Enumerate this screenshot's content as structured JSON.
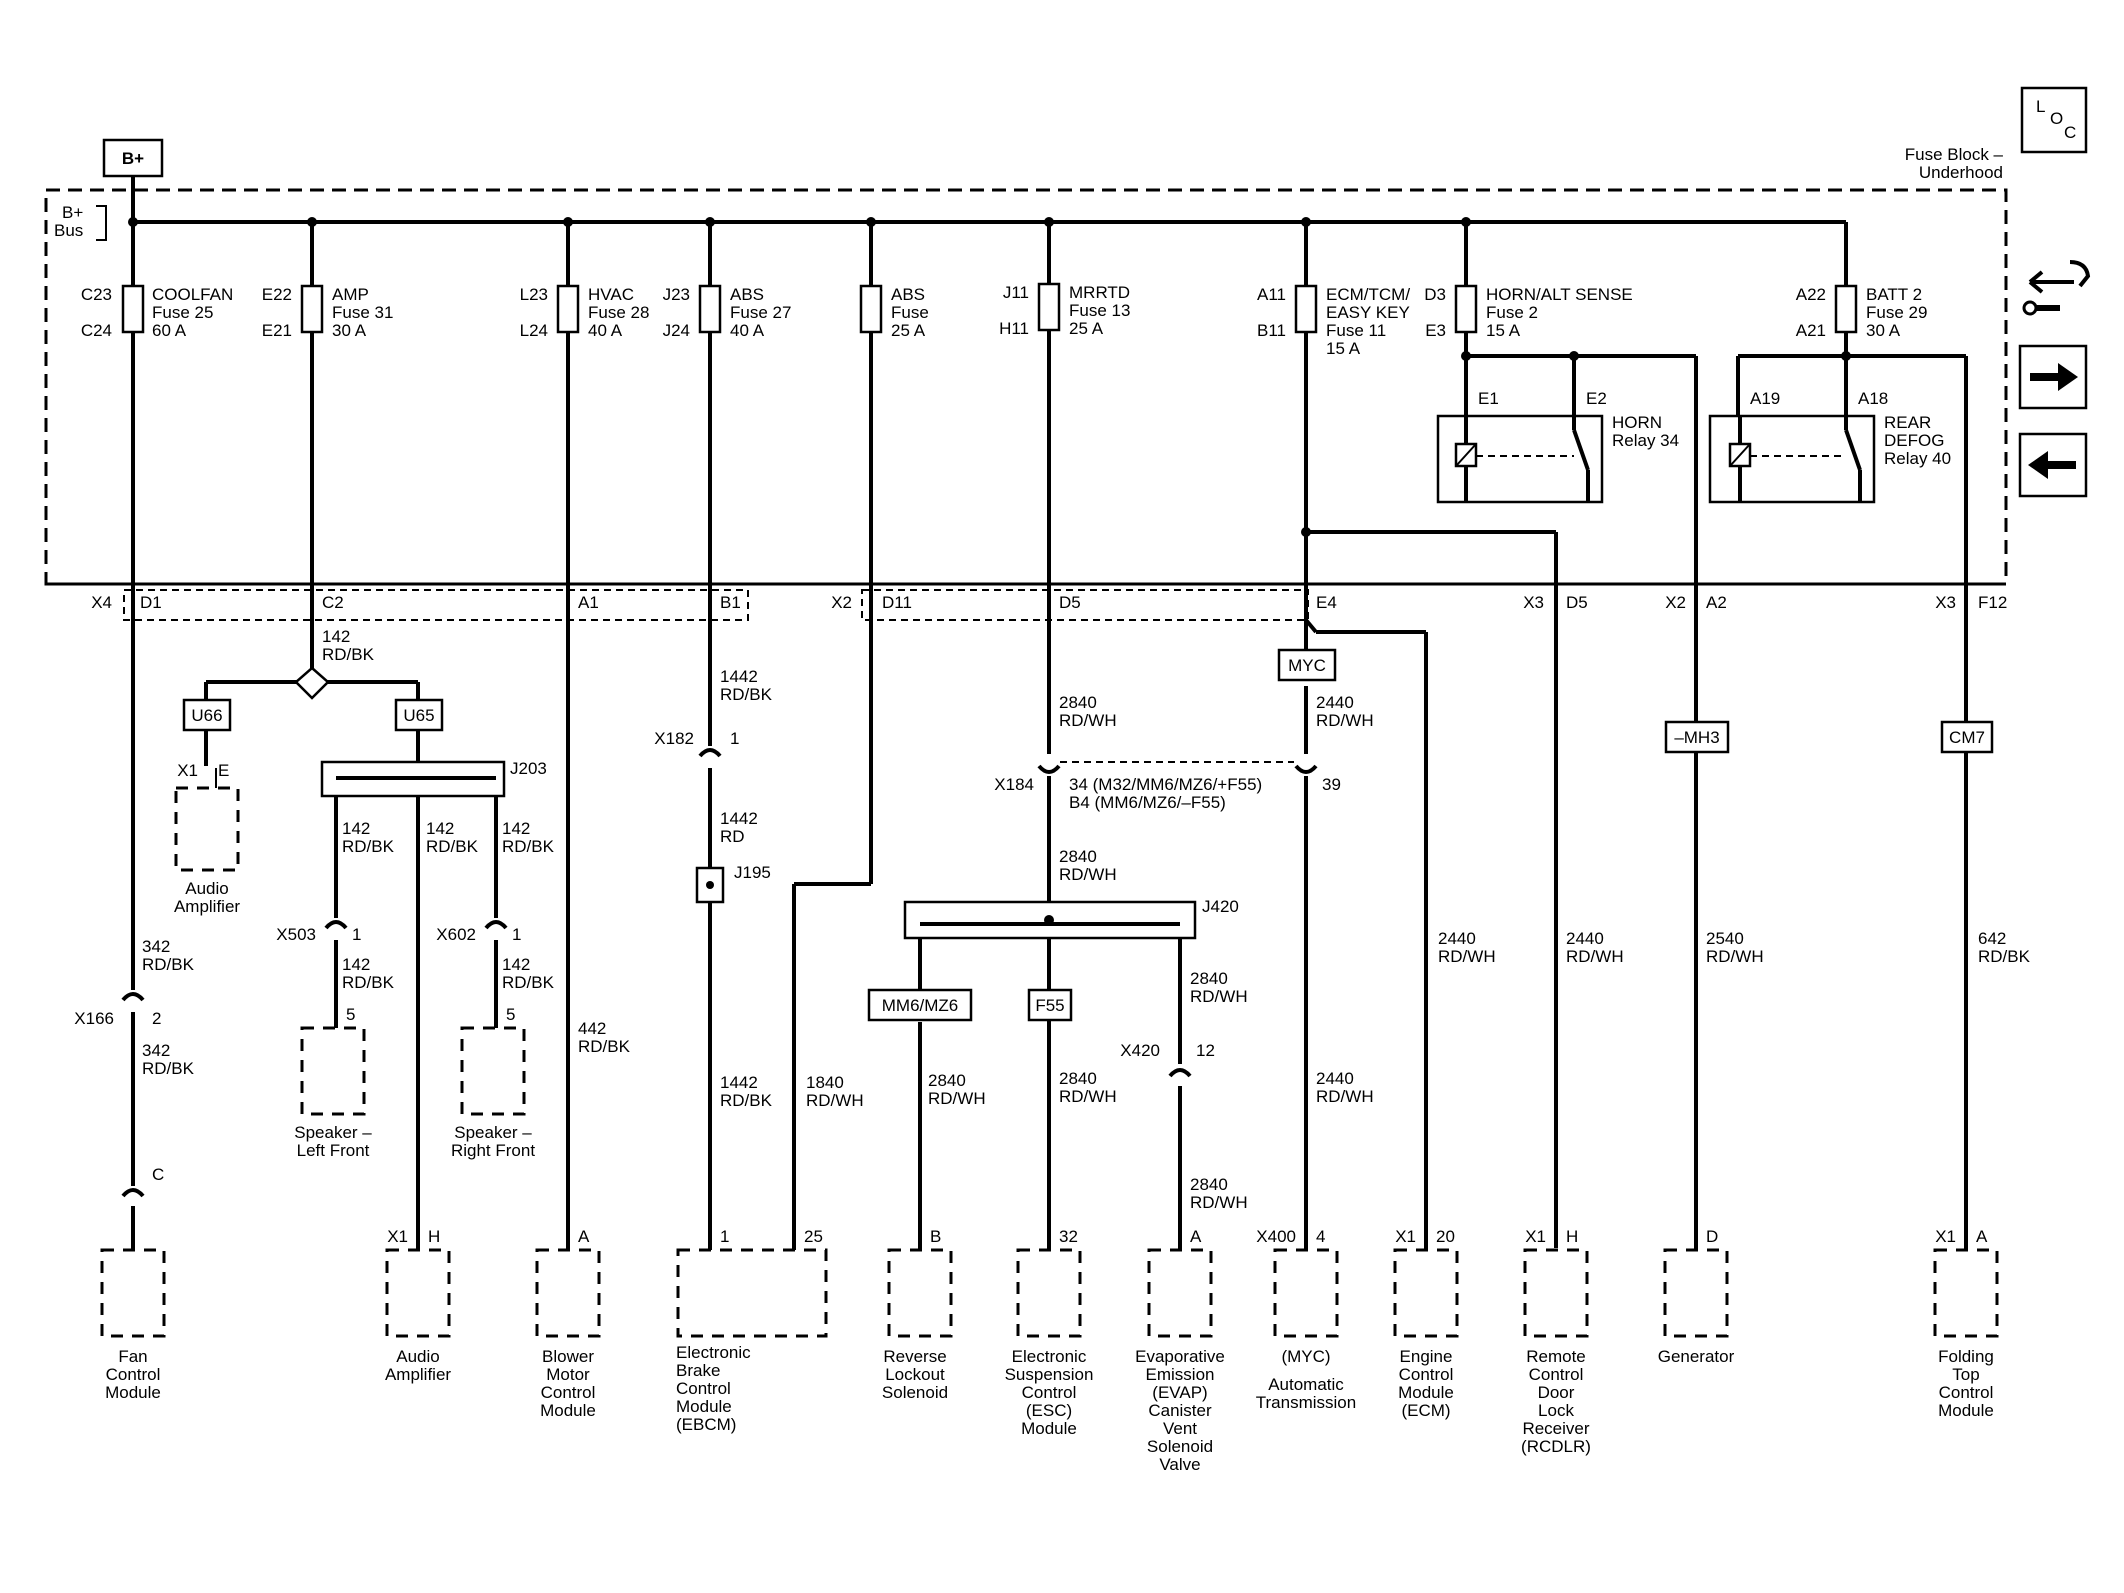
{
  "header": {
    "bplus": "B+",
    "loc": [
      "L",
      "O",
      "C"
    ],
    "fuse_block": [
      "Fuse Block –",
      "Underhood"
    ]
  },
  "bus": [
    "B+",
    "Bus"
  ],
  "fuses": [
    {
      "top": "C23",
      "bottom": "C24",
      "lines": [
        "COOLFAN",
        "Fuse 25",
        "60 A"
      ]
    },
    {
      "top": "E22",
      "bottom": "E21",
      "lines": [
        "AMP",
        "Fuse 31",
        "30 A"
      ]
    },
    {
      "top": "L23",
      "bottom": "L24",
      "lines": [
        "HVAC",
        "Fuse 28",
        "40 A"
      ]
    },
    {
      "top": "J23",
      "bottom": "J24",
      "lines": [
        "ABS",
        "Fuse 27",
        "40 A"
      ]
    },
    {
      "top": "",
      "bottom": "",
      "lines": [
        "ABS",
        "Fuse",
        "25 A"
      ]
    },
    {
      "top": "J11",
      "bottom": "H11",
      "lines": [
        "MRRTD",
        "Fuse 13",
        "25 A"
      ]
    },
    {
      "top": "A11",
      "bottom": "B11",
      "lines": [
        "ECM/TCM/",
        "EASY KEY",
        "Fuse 11",
        "15 A"
      ]
    },
    {
      "top": "D3",
      "bottom": "E3",
      "lines": [
        "HORN/ALT SENSE",
        "Fuse 2",
        "15 A"
      ]
    },
    {
      "top": "A22",
      "bottom": "A21",
      "lines": [
        "BATT 2",
        "Fuse 29",
        "30 A"
      ]
    }
  ],
  "relays": [
    {
      "pin1": "E1",
      "pin2": "E2",
      "lines": [
        "HORN",
        "Relay 34"
      ]
    },
    {
      "pin1": "A19",
      "pin2": "A18",
      "lines": [
        "REAR",
        "DEFOG",
        "Relay 40"
      ]
    }
  ],
  "connector_pins": [
    "X4",
    "D1",
    "C2",
    "A1",
    "B1",
    "X2",
    "D11",
    "D5",
    "E4",
    "X3",
    "D5",
    "X2",
    "A2",
    "X3",
    "F12"
  ],
  "options": [
    "U66",
    "U65",
    "MYC",
    "MM6/MZ6",
    "F55",
    "–MH3",
    "CM7"
  ],
  "wire_labels": [
    [
      "142",
      "RD/BK"
    ],
    [
      "142",
      "RD/BK"
    ],
    [
      "142",
      "RD/BK"
    ],
    [
      "142",
      "RD/BK"
    ],
    [
      "142",
      "RD/BK"
    ],
    [
      "142",
      "RD/BK"
    ],
    [
      "342",
      "RD/BK"
    ],
    [
      "342",
      "RD/BK"
    ],
    [
      "442",
      "RD/BK"
    ],
    [
      "1442",
      "RD/BK"
    ],
    [
      "1442",
      "RD"
    ],
    [
      "1442",
      "RD/BK"
    ],
    [
      "1840",
      "RD/WH"
    ],
    [
      "2840",
      "RD/WH"
    ],
    [
      "2840",
      "RD/WH"
    ],
    [
      "2840",
      "RD/WH"
    ],
    [
      "2840",
      "RD/WH"
    ],
    [
      "2840",
      "RD/WH"
    ],
    [
      "2840",
      "RD/WH"
    ],
    [
      "2440",
      "RD/WH"
    ],
    [
      "2440",
      "RD/WH"
    ],
    [
      "2440",
      "RD/WH"
    ],
    [
      "2440",
      "RD/WH"
    ],
    [
      "2540",
      "RD/WH"
    ],
    [
      "642",
      "RD/BK"
    ]
  ],
  "inline_connectors": [
    [
      "X1",
      "E"
    ],
    [
      "X503",
      "1"
    ],
    [
      "5",
      ""
    ],
    [
      "X602",
      "1"
    ],
    [
      "5",
      ""
    ],
    [
      "X166",
      "2"
    ],
    [
      "C",
      ""
    ],
    [
      "X182",
      "1"
    ],
    [
      "X184",
      "34 (M32/MM6/MZ6/+F55)"
    ],
    [
      "B4 (MM6/MZ6/–F55)",
      ""
    ],
    [
      "39",
      ""
    ],
    [
      "X420",
      "12"
    ]
  ],
  "splices": [
    "J203",
    "J195",
    "J420"
  ],
  "component_pins": [
    [
      "",
      ""
    ],
    [
      "X1",
      "H"
    ],
    [
      "",
      "A"
    ],
    [
      "1",
      "25"
    ],
    [
      "",
      "B"
    ],
    [
      "",
      "32"
    ],
    [
      "",
      "A"
    ],
    [
      "X400",
      "4"
    ],
    [
      "X1",
      "20"
    ],
    [
      "X1",
      "H"
    ],
    [
      "",
      "D"
    ],
    [
      "X1",
      "A"
    ]
  ],
  "components": [
    [
      "Fan",
      "Control",
      "Module"
    ],
    [
      "Audio",
      "Amplifier"
    ],
    [
      "Blower",
      "Motor",
      "Control",
      "Module"
    ],
    [
      "Electronic",
      "Brake",
      "Control",
      "Module",
      "(EBCM)"
    ],
    [
      "Reverse",
      "Lockout",
      "Solenoid"
    ],
    [
      "Electronic",
      "Suspension",
      "Control",
      "(ESC)",
      "Module"
    ],
    [
      "Evaporative",
      "Emission",
      "(EVAP)",
      "Canister",
      "Vent",
      "Solenoid",
      "Valve"
    ],
    [
      "(MYC)",
      "Automatic",
      "Transmission"
    ],
    [
      "Engine",
      "Control",
      "Module",
      "(ECM)"
    ],
    [
      "Remote",
      "Control",
      "Door",
      "Lock",
      "Receiver",
      "(RCDLR)"
    ],
    [
      "Generator"
    ],
    [
      "Folding",
      "Top",
      "Control",
      "Module"
    ]
  ],
  "aux_components": [
    [
      "Audio",
      "Amplifier"
    ],
    [
      "Speaker –",
      "Left Front"
    ],
    [
      "Speaker –",
      "Right Front"
    ]
  ],
  "nav": {
    "back_icon": "back-wrench-icon",
    "next_icon": "arrow-right-icon",
    "prev_icon": "arrow-left-icon"
  }
}
